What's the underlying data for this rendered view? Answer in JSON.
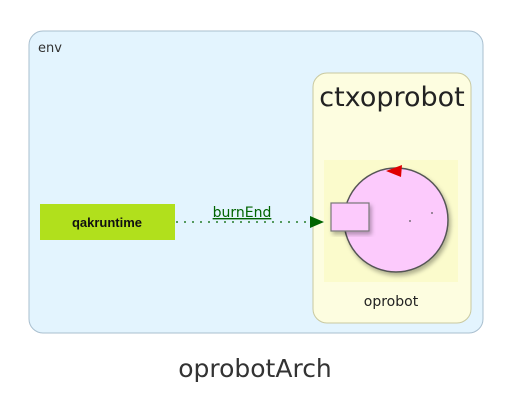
{
  "diagram": {
    "title": "oprobotArch",
    "environment": {
      "label": "env"
    },
    "context": {
      "label": "ctxoprobot"
    },
    "actor": {
      "label": "oprobot"
    },
    "external_actor": {
      "label": "qakruntime"
    },
    "message": {
      "label": "burnEnd",
      "from": "qakruntime",
      "to": "oprobot"
    }
  },
  "colors": {
    "env_fill": "#e3f4fe",
    "env_stroke": "#a9bfcf",
    "context_fill": "#fdfde0",
    "context_stroke": "#c9c9a0",
    "actor_panel": "#fbfbcc",
    "actor_fill": "#fccafc",
    "external_fill": "#b1e01c",
    "message_color": "#006400",
    "state_marker": "#e00000"
  }
}
